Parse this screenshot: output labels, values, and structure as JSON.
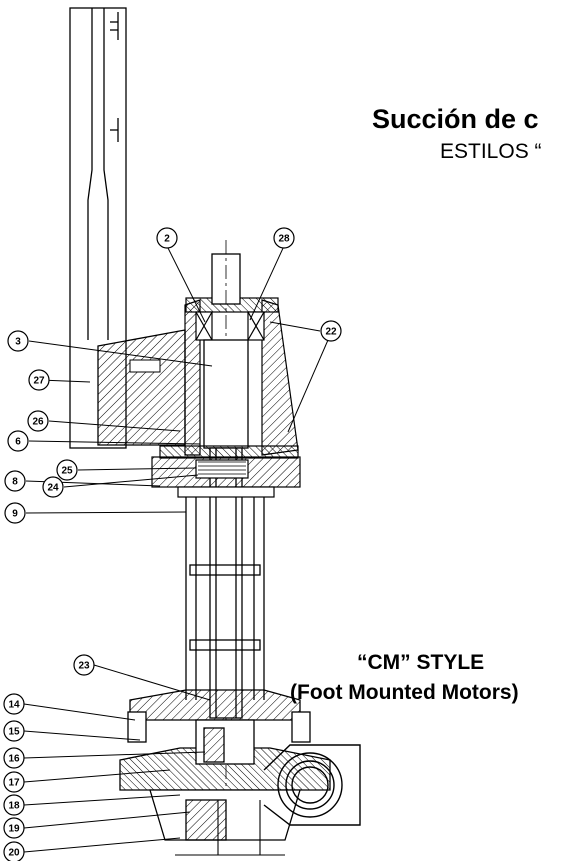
{
  "title": "Succión de c",
  "subtitle": "ESTILOS “",
  "style_label": {
    "line1": "“CM” STYLE",
    "line2": "(Foot Mounted Motors)"
  },
  "callouts": [
    "2",
    "28",
    "3",
    "22",
    "27",
    "26",
    "6",
    "25",
    "24",
    "8",
    "9",
    "23",
    "14",
    "15",
    "16",
    "17",
    "18",
    "19",
    "20"
  ]
}
